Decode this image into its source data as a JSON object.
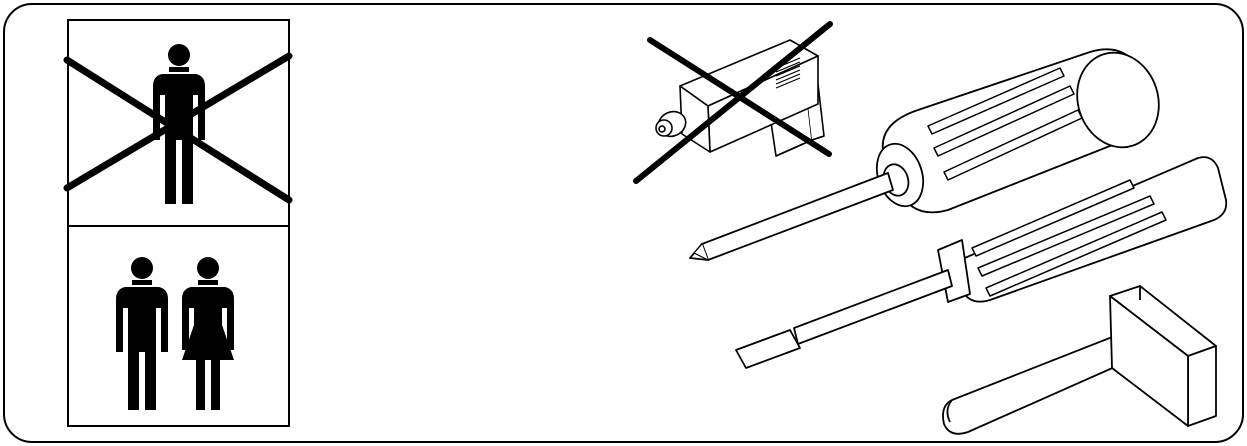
{
  "diagram": {
    "type": "assembly-instruction-pictogram",
    "panels": [
      {
        "name": "persons-required",
        "icons": [
          "one-person-crossed-icon",
          "two-persons-icon"
        ],
        "prohibited": [
          "one-person"
        ],
        "required": [
          "two-persons"
        ]
      },
      {
        "name": "tools",
        "icons": [
          "power-drill-crossed-icon",
          "phillips-screwdriver-icon",
          "flathead-screwdriver-icon",
          "hammer-icon"
        ],
        "prohibited": [
          "power-drill"
        ],
        "required": [
          "phillips-screwdriver",
          "flathead-screwdriver",
          "hammer"
        ]
      }
    ],
    "colors": {
      "stroke": "#000000",
      "fill": "#ffffff",
      "figure": "#000000"
    }
  }
}
